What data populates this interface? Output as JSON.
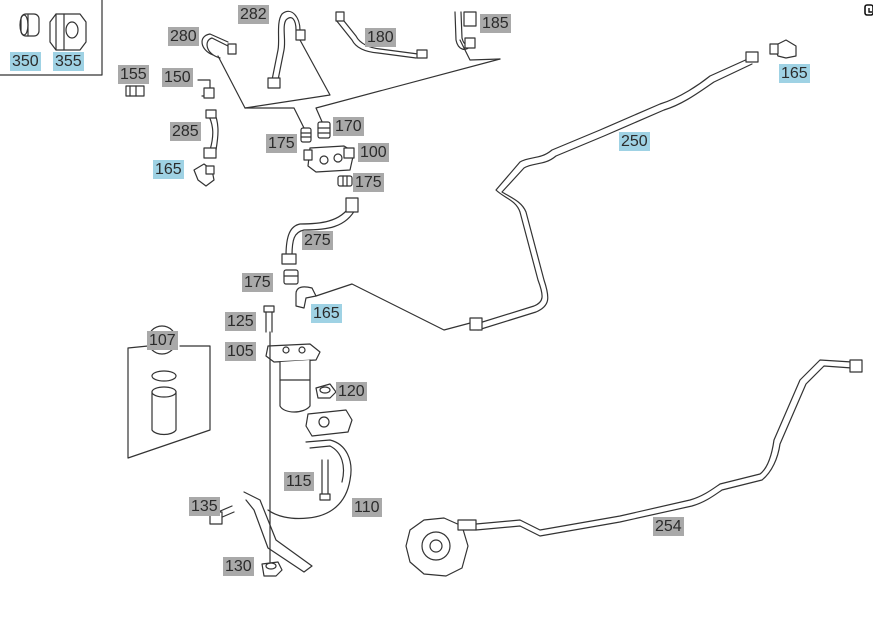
{
  "callouts": {
    "c350": "350",
    "c355": "355",
    "c280": "280",
    "c282": "282",
    "c180": "180",
    "c185": "185",
    "c155": "155",
    "c150": "150",
    "c285": "285",
    "c165a": "165",
    "c175a": "175",
    "c170": "170",
    "c100": "100",
    "c175b": "175",
    "c275": "275",
    "c175c": "175",
    "c165b": "165",
    "c125": "125",
    "c105": "105",
    "c107": "107",
    "c120": "120",
    "c115": "115",
    "c110": "110",
    "c135": "135",
    "c130": "130",
    "c165c": "165",
    "c250": "250",
    "c254": "254"
  },
  "colors": {
    "gray_tag": "#a9a9a9",
    "blue_tag": "#9fd2e4",
    "line": "#333333"
  },
  "icons": {
    "corner": "rotate-icon"
  }
}
